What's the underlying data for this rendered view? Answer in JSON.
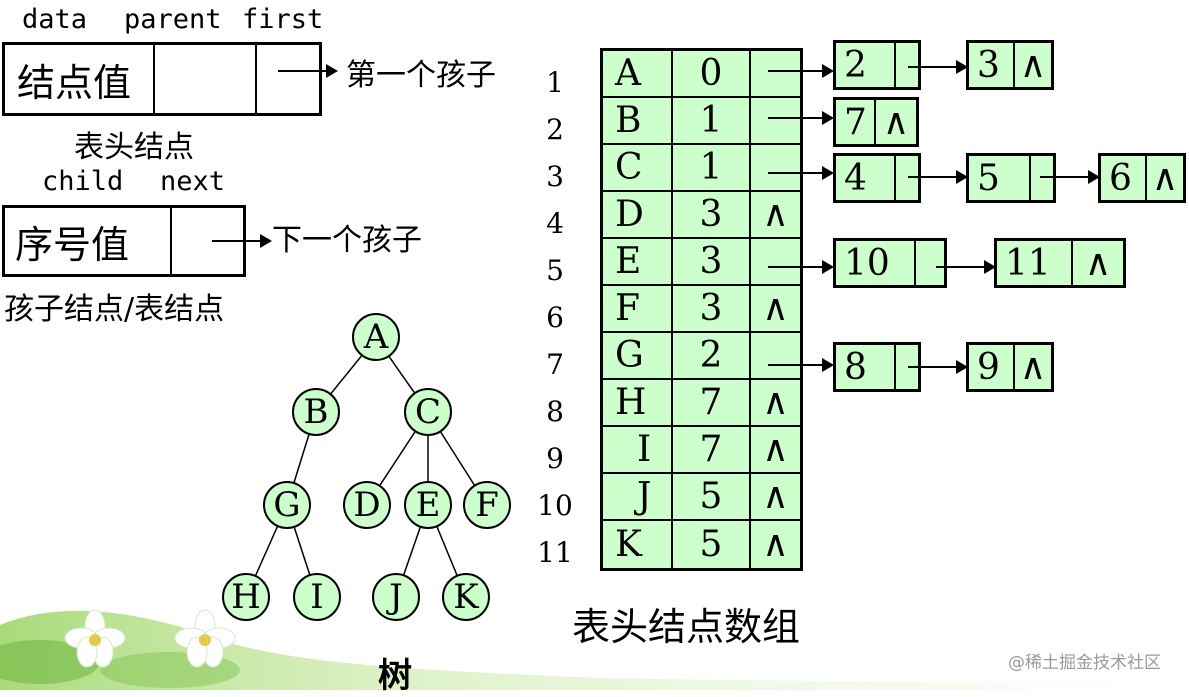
{
  "legend": {
    "head_fields": [
      "data",
      "parent",
      "first"
    ],
    "head_cell_text": "结点值",
    "head_arrow_label": "第一个孩子",
    "head_caption": "表头结点",
    "child_fields": [
      "child",
      "next"
    ],
    "child_cell_text": "序号值",
    "child_arrow_label": "下一个孩子",
    "child_caption": "孩子结点/表结点"
  },
  "table": {
    "caption": "表头结点数组",
    "null_symbol": "∧",
    "rows": [
      {
        "num": "1",
        "data": "A",
        "parent": "0",
        "first": ""
      },
      {
        "num": "2",
        "data": "B",
        "parent": "1",
        "first": ""
      },
      {
        "num": "3",
        "data": "C",
        "parent": "1",
        "first": ""
      },
      {
        "num": "4",
        "data": "D",
        "parent": "3",
        "first": "∧"
      },
      {
        "num": "5",
        "data": "E",
        "parent": "3",
        "first": ""
      },
      {
        "num": "6",
        "data": "F",
        "parent": "3",
        "first": "∧"
      },
      {
        "num": "7",
        "data": "G",
        "parent": "2",
        "first": ""
      },
      {
        "num": "8",
        "data": "H",
        "parent": "7",
        "first": "∧"
      },
      {
        "num": "9",
        "data": "I",
        "parent": "7",
        "first": "∧"
      },
      {
        "num": "10",
        "data": "J",
        "parent": "5",
        "first": "∧"
      },
      {
        "num": "11",
        "data": "K",
        "parent": "5",
        "first": "∧"
      }
    ]
  },
  "child_lists": [
    {
      "row": "A",
      "nodes": [
        {
          "value": "2",
          "next": ""
        },
        {
          "value": "3",
          "next": "∧"
        }
      ]
    },
    {
      "row": "B",
      "nodes": [
        {
          "value": "7",
          "next": "∧"
        }
      ]
    },
    {
      "row": "C",
      "nodes": [
        {
          "value": "4",
          "next": ""
        },
        {
          "value": "5",
          "next": ""
        },
        {
          "value": "6",
          "next": "∧"
        }
      ]
    },
    {
      "row": "E",
      "nodes": [
        {
          "value": "10",
          "next": ""
        },
        {
          "value": "11",
          "next": "∧"
        }
      ]
    },
    {
      "row": "G",
      "nodes": [
        {
          "value": "8",
          "next": ""
        },
        {
          "value": "9",
          "next": "∧"
        }
      ]
    }
  ],
  "tree": {
    "caption": "树",
    "nodes": [
      "A",
      "B",
      "C",
      "G",
      "D",
      "E",
      "F",
      "H",
      "I",
      "J",
      "K"
    ]
  },
  "watermark": "@稀土掘金技术社区",
  "colors": {
    "node_fill": "#ccffcc",
    "line": "#000000",
    "decor_green": "#9fd66a"
  }
}
